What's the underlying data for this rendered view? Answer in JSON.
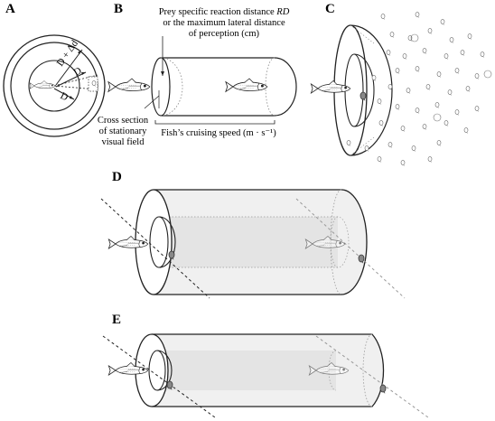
{
  "panels": {
    "A": {
      "label": "A",
      "radius_labels": [
        "D",
        "D",
        "D + Δd"
      ]
    },
    "B": {
      "label": "B",
      "rd_text_line1_pre": "Prey specific reaction distance ",
      "rd_text_line1_em": "RD",
      "rd_text_line2": "or the maximum lateral distance",
      "rd_text_line3": "of perception (cm)",
      "cross_section_line1": "Cross section",
      "cross_section_line2": "of stationary",
      "cross_section_line3": "visual field",
      "speed_label": "Fish’s cruising speed (m · s⁻¹)"
    },
    "C": {
      "label": "C"
    },
    "D": {
      "label": "D"
    },
    "E": {
      "label": "E"
    }
  }
}
